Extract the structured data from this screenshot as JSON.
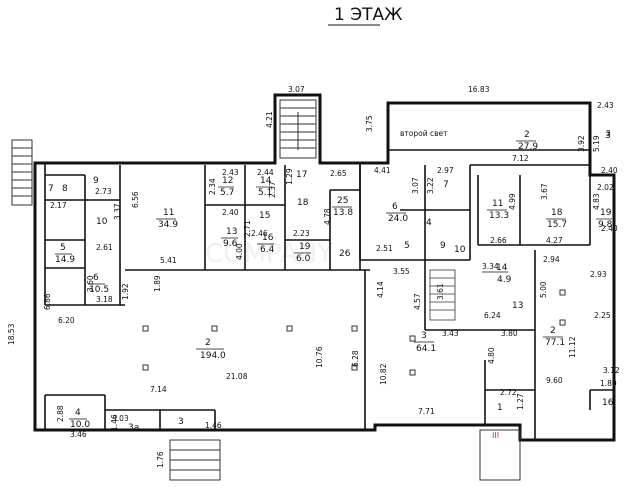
{
  "title": "1 ЭТАЖ",
  "watermark": "COMPANY",
  "note": "второй свет",
  "entrance_mark": "III",
  "rooms": [
    {
      "number": "2",
      "area": "194.0"
    },
    {
      "number": "3",
      "area": "64.1"
    },
    {
      "number": "2",
      "area": "77.1"
    },
    {
      "number": "2",
      "area": "27.9"
    },
    {
      "number": "11",
      "area": "34.9"
    },
    {
      "number": "5",
      "area": "14.9"
    },
    {
      "number": "6",
      "area": "10.5"
    },
    {
      "number": "4",
      "area": "10.0"
    },
    {
      "number": "13",
      "area": "9.6"
    },
    {
      "number": "16",
      "area": "6.4"
    },
    {
      "number": "19",
      "area": "6.0"
    },
    {
      "number": "25",
      "area": "13.8"
    },
    {
      "number": "6",
      "area": "24.0"
    },
    {
      "number": "11",
      "area": "13.3"
    },
    {
      "number": "18",
      "area": "15.7"
    },
    {
      "number": "19",
      "area": "9.8"
    },
    {
      "number": "14",
      "area": "4.9"
    },
    {
      "number": "12",
      "area": "5.7"
    },
    {
      "number": "14",
      "area": "5.1"
    },
    {
      "number": "3a",
      "area": ""
    },
    {
      "number": "3",
      "area": ""
    },
    {
      "number": "3.03",
      "area": ""
    },
    {
      "number": "7",
      "area": ""
    },
    {
      "number": "8",
      "area": ""
    },
    {
      "number": "9",
      "area": ""
    },
    {
      "number": "10",
      "area": ""
    },
    {
      "number": "15",
      "area": ""
    },
    {
      "number": "17",
      "area": ""
    },
    {
      "number": "18",
      "area": ""
    },
    {
      "number": "26",
      "area": ""
    },
    {
      "number": "7",
      "area": ""
    },
    {
      "number": "4",
      "area": ""
    },
    {
      "number": "5",
      "area": ""
    },
    {
      "number": "9",
      "area": ""
    },
    {
      "number": "10",
      "area": ""
    },
    {
      "number": "13",
      "area": ""
    },
    {
      "number": "3",
      "area": ""
    },
    {
      "number": "1",
      "area": ""
    },
    {
      "number": "16",
      "area": ""
    }
  ],
  "dimensions": [
    "3.07",
    "16.83",
    "4.21",
    "3.75",
    "2.43",
    "3",
    "5.19",
    "2.40",
    "3.92",
    "7.12",
    "2.02",
    "4.83",
    "2.40",
    "2.73",
    "2.17",
    "3.37",
    "6.56",
    "2.61",
    "6.86",
    "3.60",
    "1.92",
    "3.18",
    "1.89",
    "2.43",
    "2.34",
    "2.44",
    "2.37",
    "2.40",
    "1.29",
    "2.65",
    "4.78",
    "2.71",
    "2.46",
    "2.23",
    "4.00",
    "4.41",
    "3.07",
    "3.22",
    "2.97",
    "4.99",
    "3.67",
    "2.66",
    "4.27",
    "2.51",
    "3.55",
    "4.14",
    "4.57",
    "3.61",
    "3.34",
    "6.24",
    "2.94",
    "2.93",
    "5.00",
    "2.25",
    "3.43",
    "3.80",
    "18.53",
    "6.20",
    "5.41",
    "10.76",
    "21.08",
    "6.28",
    "7.14",
    "10.82",
    "4.80",
    "11.12",
    "3.12",
    "9.60",
    "1.80",
    "2.72",
    "1.27",
    "7.71",
    "2.88",
    "3.46",
    "1.46",
    "1.46",
    "1.76"
  ]
}
